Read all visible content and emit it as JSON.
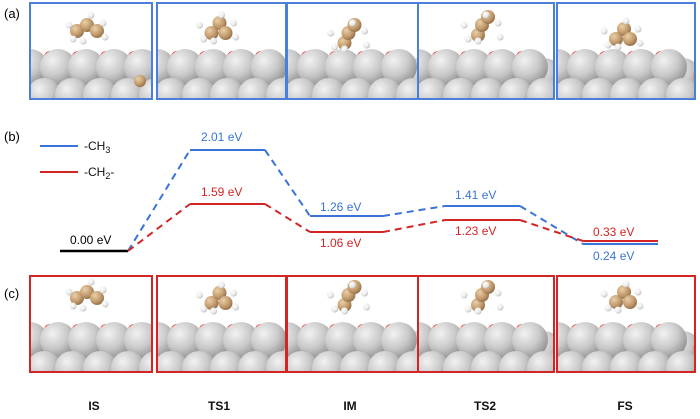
{
  "panels": {
    "a": "(a)",
    "b": "(b)",
    "c": "(c)"
  },
  "colors": {
    "ch3": "#3a73d8",
    "ch2": "#d42525",
    "initial": "#000000",
    "box_a": "#4a80d8",
    "box_c": "#d42525"
  },
  "legend": {
    "ch3": "-CH",
    "ch3_sub": "3",
    "ch2": "-CH",
    "ch2_sub": "2",
    "ch2_suffix": "-"
  },
  "states": [
    "IS",
    "TS1",
    "IM",
    "TS2",
    "FS"
  ],
  "energies": {
    "is": "0.00 eV",
    "ch3": [
      "2.01 eV",
      "1.26 eV",
      "1.41 eV",
      "0.24 eV"
    ],
    "ch2": [
      "1.59 eV",
      "1.06 eV",
      "1.23 eV",
      "0.33 eV"
    ]
  },
  "chart_data": {
    "type": "line",
    "categories": [
      "IS",
      "TS1",
      "IM",
      "TS2",
      "FS"
    ],
    "ylabel": "",
    "series": [
      {
        "name": "-CH3",
        "values": [
          0.0,
          2.01,
          1.26,
          1.41,
          0.24
        ]
      },
      {
        "name": "-CH2-",
        "values": [
          0.0,
          1.59,
          1.06,
          1.23,
          0.33
        ]
      }
    ]
  }
}
